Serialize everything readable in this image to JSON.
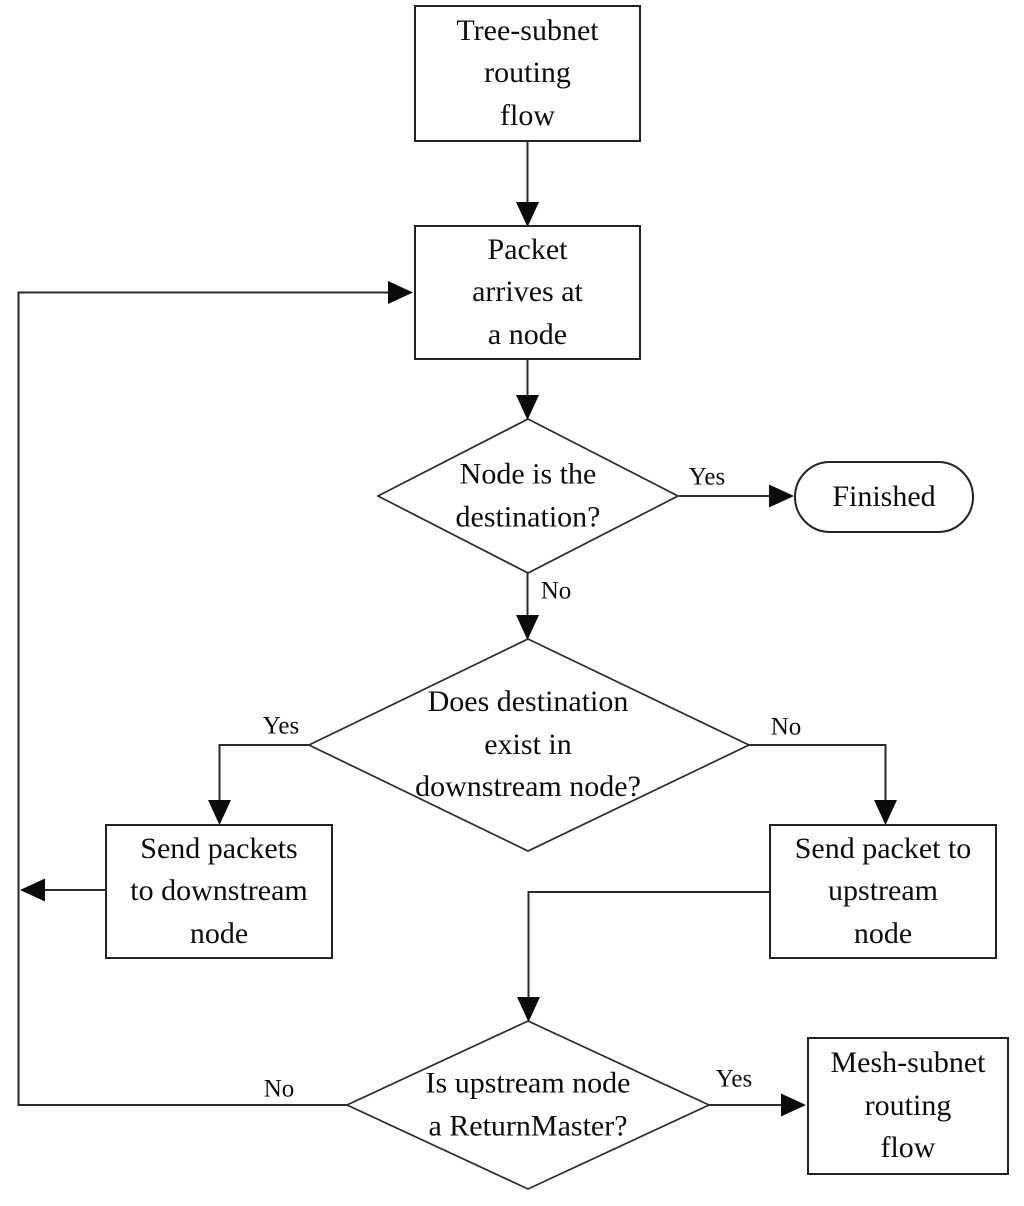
{
  "diagram_title": "Tree-subnet routing flow",
  "nodes": {
    "start": {
      "label": "Tree-subnet\nrouting\nflow",
      "type": "process"
    },
    "packet_arrives": {
      "label": "Packet\narrives at\na node",
      "type": "process"
    },
    "is_destination": {
      "label": "Node is the\ndestination?",
      "type": "decision"
    },
    "finished": {
      "label": "Finished",
      "type": "terminator"
    },
    "dest_in_downstream": {
      "label": "Does destination\nexist in\ndownstream node?",
      "type": "decision"
    },
    "send_downstream": {
      "label": "Send packets\nto downstream\nnode",
      "type": "process"
    },
    "send_upstream": {
      "label": "Send packet to\nupstream\nnode",
      "type": "process"
    },
    "is_returnmaster": {
      "label": "Is upstream node\na ReturnMaster?",
      "type": "decision"
    },
    "mesh_flow": {
      "label": "Mesh-subnet\nrouting\nflow",
      "type": "process"
    }
  },
  "edge_labels": {
    "dest_yes": "Yes",
    "dest_no": "No",
    "downstream_yes": "Yes",
    "downstream_no": "No",
    "returnmaster_yes": "Yes",
    "returnmaster_no": "No"
  },
  "colors": {
    "line": "#2a2a2a",
    "arrow": "#0b0b0b",
    "text": "#0d0d0d",
    "background": "#ffffff"
  }
}
